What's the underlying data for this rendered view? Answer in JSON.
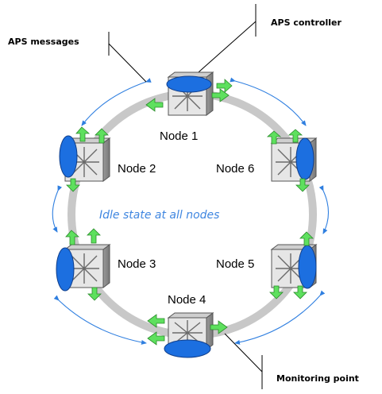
{
  "callouts": {
    "aps_messages": "APS messages",
    "aps_controller": "APS controller",
    "monitoring_point": "Monitoring point"
  },
  "nodes": [
    {
      "label": "Node 1"
    },
    {
      "label": "Node 2"
    },
    {
      "label": "Node 3"
    },
    {
      "label": "Node 4"
    },
    {
      "label": "Node 5"
    },
    {
      "label": "Node 6"
    }
  ],
  "center_text": "Idle state at all nodes",
  "colors": {
    "ring": "#c8c8c8",
    "message_arrows": "#2f7fe0",
    "controller": "#1c6fe0",
    "ports": "#5ee05e",
    "center_text": "#3f86e0",
    "switch_face": "#e6e6e6"
  },
  "icons": {
    "switch": "crossbar-switch-icon",
    "controller": "aps-controller-ellipse",
    "port": "green-port-arrow-icon"
  }
}
